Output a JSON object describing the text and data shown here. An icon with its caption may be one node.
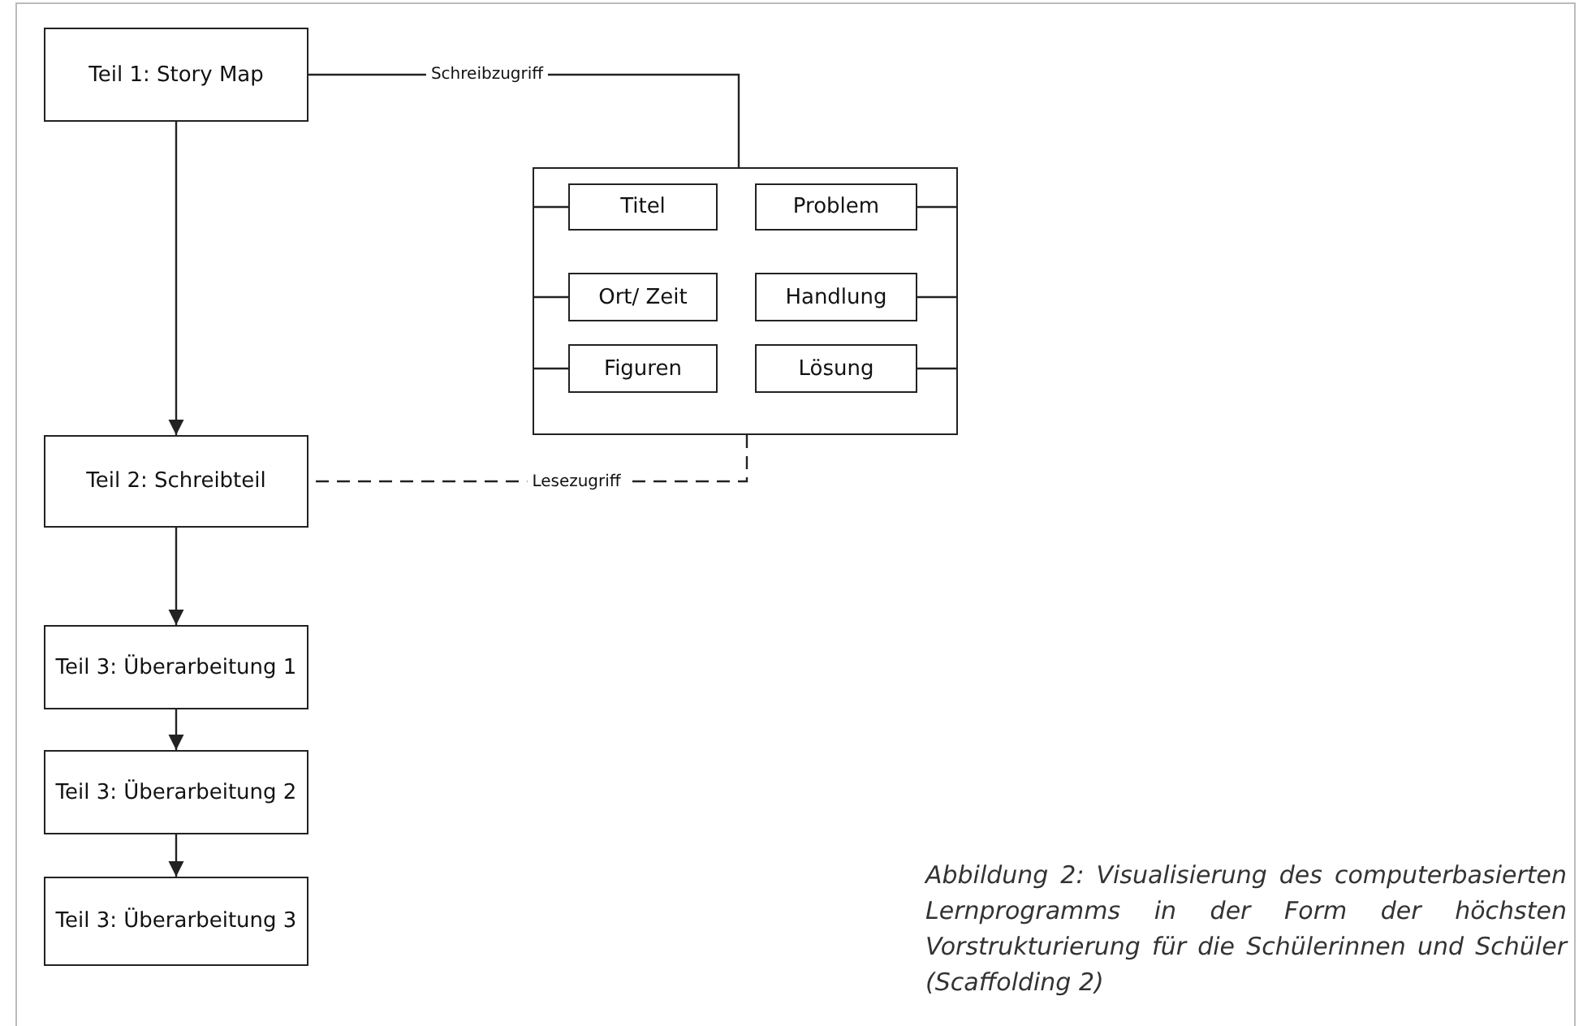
{
  "diagram": {
    "caption": "Abbildung 2: Visualisierung des computerbasierten Lernprogramms in der Form der höchsten Vorstrukturierung für die Schülerinnen und Schüler (Scaffolding 2)",
    "nodes": [
      {
        "text": [
          "Teil 1: Story Map"
        ]
      },
      {
        "text": [],
        "shape": "box"
      },
      {
        "text": [
          "Titel"
        ],
        "in": 1
      },
      {
        "text": [
          "Problem"
        ],
        "in": 1
      },
      {
        "text": [
          "Ort/ Zeit"
        ],
        "in": 1
      },
      {
        "text": [
          "Handlung"
        ],
        "in": 1
      },
      {
        "text": [
          "Figuren"
        ],
        "in": 1
      },
      {
        "text": [
          "Lösung"
        ],
        "in": 1
      },
      {
        "text": [
          "Teil 2: Schreibteil"
        ]
      },
      {
        "text": [
          "Teil 3: Überarbeitung 1"
        ]
      },
      {
        "text": [
          "Teil 3: Überarbeitung 2"
        ]
      },
      {
        "text": [
          "Teil 3: Überarbeitung 3"
        ]
      }
    ],
    "edges": [
      {
        "from": 0,
        "to": 8,
        "arrow": "to"
      },
      {
        "from": 0,
        "to": 1,
        "arrow": "none",
        "label": "Schreibzugriff"
      },
      {
        "from": 1,
        "to": 2,
        "arrow": "none"
      },
      {
        "from": 1,
        "to": 3,
        "arrow": "none"
      },
      {
        "from": 1,
        "to": 4,
        "arrow": "none"
      },
      {
        "from": 1,
        "to": 5,
        "arrow": "none"
      },
      {
        "from": 1,
        "to": 6,
        "arrow": "none"
      },
      {
        "from": 1,
        "to": 7,
        "arrow": "none"
      },
      {
        "from": 1,
        "to": 8,
        "arrow": "none",
        "label": "Lesezugriff",
        "style": "dashed"
      },
      {
        "from": 8,
        "to": 9,
        "arrow": "to"
      },
      {
        "from": 9,
        "to": 10,
        "arrow": "to"
      },
      {
        "from": 10,
        "to": 11,
        "arrow": "to"
      }
    ]
  }
}
